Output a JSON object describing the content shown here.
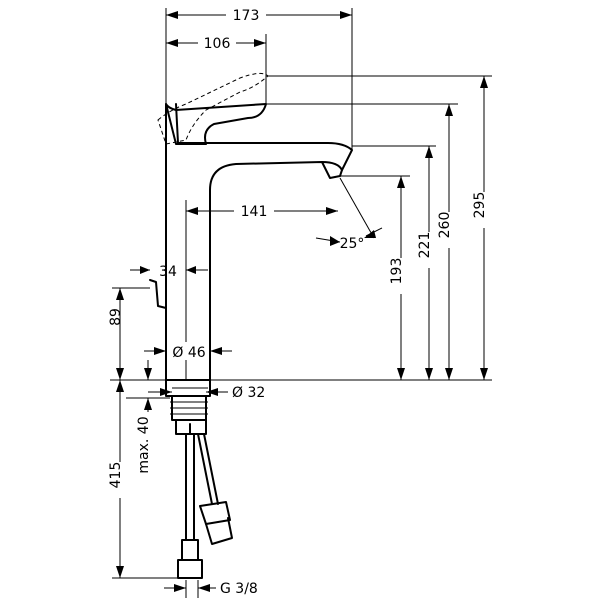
{
  "drawing": {
    "dimensions": {
      "overall_reach": "173",
      "handle_reach": "106",
      "spout_reach": "141",
      "spout_angle": "25°",
      "body_offset": "34",
      "pop_up_height": "89",
      "body_diameter": "Ø 46",
      "mount_diameter": "Ø 32",
      "height_spout_outlet": "193",
      "height_spout_top": "221",
      "height_handle": "260",
      "height_handle_raised": "295",
      "hose_length": "415",
      "max_counter_thickness": "max. 40",
      "connection_thread": "G 3/8"
    }
  }
}
